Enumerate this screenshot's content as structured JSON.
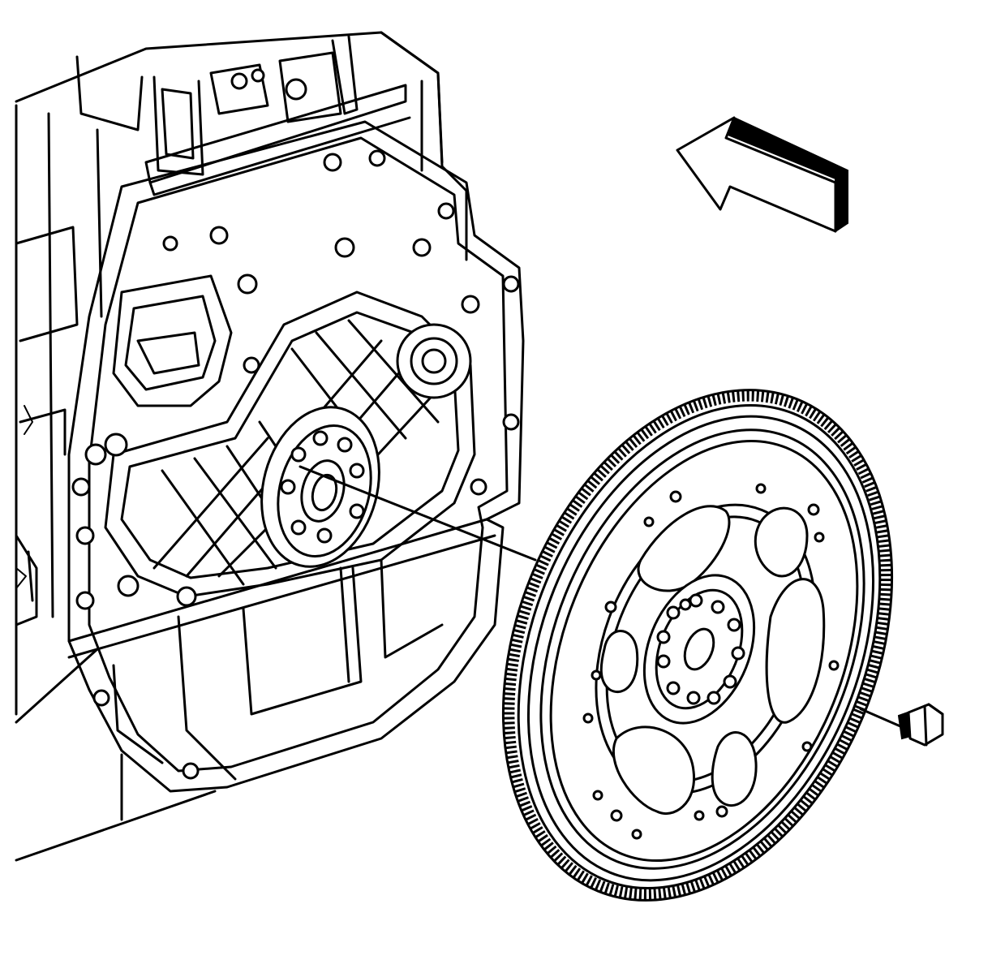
{
  "figure": {
    "components": [
      {
        "name": "engine-block",
        "icon": "engine-block-icon"
      },
      {
        "name": "crankshaft-rear-seal",
        "icon": "seal-icon"
      },
      {
        "name": "flywheel",
        "icon": "flywheel-icon"
      },
      {
        "name": "flywheel-bolt",
        "icon": "bolt-icon"
      },
      {
        "name": "view-direction-arrow",
        "icon": "arrow-icon"
      }
    ],
    "colors": {
      "line": "#000000",
      "background": "#ffffff"
    }
  }
}
